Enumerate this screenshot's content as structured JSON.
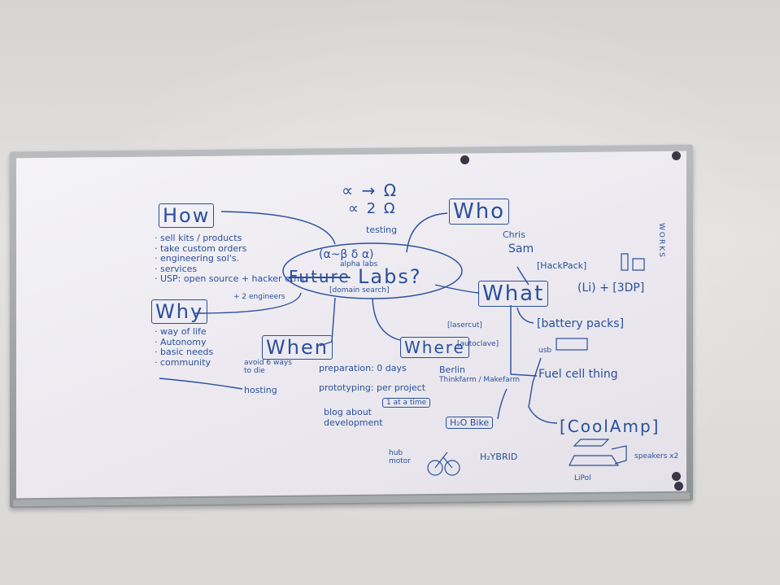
{
  "board": {
    "top": {
      "line1": "∝ → Ω",
      "line2": "∝ 2 Ω",
      "testing": "testing"
    },
    "center": {
      "struck": "Future",
      "title": "Labs?",
      "greek": "(α~β  δ α)",
      "alpha_labs": "alpha labs",
      "domain": "[domain search]"
    },
    "how": {
      "title": "How",
      "items": [
        "· sell kits / products",
        "· take custom orders",
        "· engineering sol's.",
        "· services",
        "· USP: open source + hacker ethic"
      ],
      "engineers": "+ 2 engineers"
    },
    "why": {
      "title": "Why",
      "items": [
        "· way of life",
        "· Autonomy",
        "· basic needs",
        "· community"
      ],
      "avoid": "avoid 6 ways to die",
      "hosting": "hosting"
    },
    "when": {
      "title": "When",
      "preparation": "preparation: 0 days",
      "prototyping": "prototyping: per project",
      "one_at_time": "1 at a time",
      "blog": "blog about development"
    },
    "where": {
      "title": "Where",
      "lasercut": "[lasercut]",
      "autoclave": "[autoclave]",
      "berlin": "Berlin",
      "farms": "Thinkfarm / Makefarm"
    },
    "who": {
      "title": "Who",
      "names": [
        "Chris",
        "Sam"
      ]
    },
    "what": {
      "title": "What",
      "hackpack": "[HackPack]",
      "li_3dp": "(Li) + [3DP]",
      "battery": "[battery packs]",
      "usb": "usb",
      "fuel": "Fuel cell thing",
      "h2o": "H₂O Bike",
      "hybrid": "H₂YBRID",
      "coolamp": "[CoolAmp]",
      "speakers": "speakers x2",
      "lipol": "LiPol",
      "hub": "hub motor"
    },
    "side": "WORKS"
  }
}
